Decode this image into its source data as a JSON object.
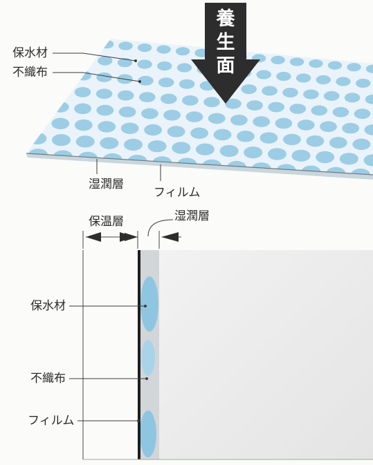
{
  "arrow_label": [
    "養",
    "生",
    "面"
  ],
  "top_panel": {
    "label_water_retention": "保水材",
    "label_nonwoven": "不織布",
    "label_moist_layer": "湿潤層",
    "label_film": "フィルム"
  },
  "cross_section": {
    "label_insulation_layer": "保温層",
    "label_moist_layer": "湿潤層",
    "label_water_retention": "保水材",
    "label_nonwoven": "不織布",
    "label_film": "フィルム"
  },
  "colors": {
    "dot_blue": "#8ec6e2",
    "panel_bg": "#e9f3f9",
    "arrow": "#2d2d2d",
    "concrete": "#ececec"
  }
}
